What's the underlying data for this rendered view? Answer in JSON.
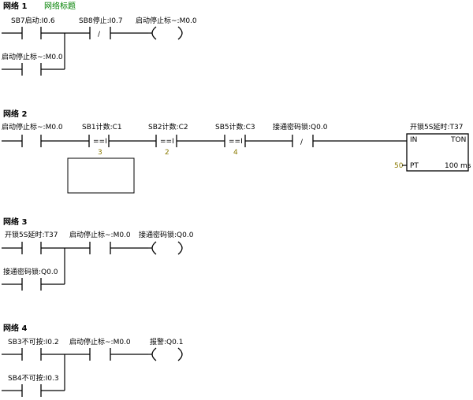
{
  "networks": [
    {
      "title": "网络 1",
      "comment": "网络标题",
      "contacts": [
        {
          "label": "SB7启动:I0.6",
          "symbol": ""
        },
        {
          "label": "SB8停止:I0.7",
          "symbol": "/"
        },
        {
          "label": "启动停止标~:M0.0",
          "symbol": ""
        }
      ],
      "coil": {
        "label": "启动停止标~:M0.0"
      }
    },
    {
      "title": "网络 2",
      "contacts": [
        {
          "label": "启动停止标~:M0.0",
          "symbol": ""
        },
        {
          "label": "SB1计数:C1",
          "symbol": "==I",
          "param": "3"
        },
        {
          "label": "SB2计数:C2",
          "symbol": "==I",
          "param": "2"
        },
        {
          "label": "SB5计数:C3",
          "symbol": "==I",
          "param": "4"
        },
        {
          "label": "接通密码锁:Q0.0",
          "symbol": "/"
        }
      ],
      "timer": {
        "label": "开锁5S延时:T37",
        "in": "IN",
        "type": "TON",
        "pt": "PT",
        "pt_value": "50",
        "base": "100 ms"
      }
    },
    {
      "title": "网络 3",
      "contacts": [
        {
          "label": "开锁5S延时:T37",
          "symbol": ""
        },
        {
          "label": "启动停止标~:M0.0",
          "symbol": ""
        },
        {
          "label": "接通密码锁:Q0.0",
          "symbol": ""
        }
      ],
      "coil": {
        "label": "接通密码锁:Q0.0"
      }
    },
    {
      "title": "网络 4",
      "contacts": [
        {
          "label": "SB3不可按:I0.2",
          "symbol": ""
        },
        {
          "label": "启动停止标~:M0.0",
          "symbol": ""
        },
        {
          "label": "SB4不可按:I0.3",
          "symbol": ""
        }
      ],
      "coil": {
        "label": "报警:Q0.1"
      }
    }
  ]
}
